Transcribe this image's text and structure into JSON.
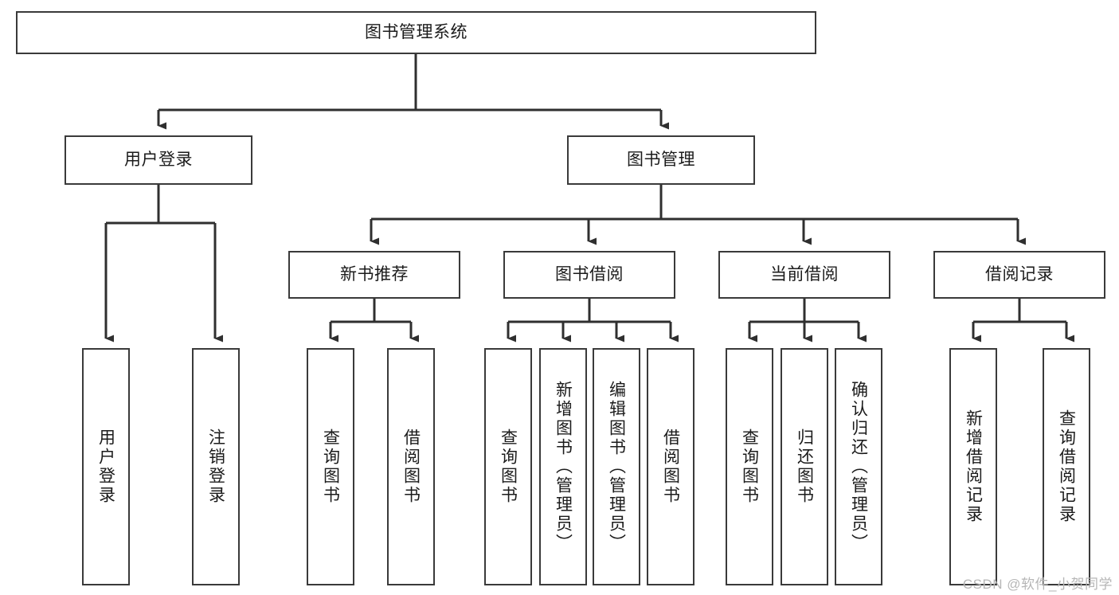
{
  "diagram": {
    "type": "tree-hierarchy-chart",
    "title_node": {
      "label": "图书管理系统"
    },
    "level2": [
      {
        "id": "user-login",
        "label": "用户登录"
      },
      {
        "id": "book-management",
        "label": "图书管理"
      }
    ],
    "level3": [
      {
        "id": "new-book-recommend",
        "label": "新书推荐"
      },
      {
        "id": "book-borrow",
        "label": "图书借阅"
      },
      {
        "id": "current-borrow",
        "label": "当前借阅"
      },
      {
        "id": "borrow-record",
        "label": "借阅记录"
      }
    ],
    "leaves": {
      "user-login": [
        {
          "id": "leaf-user-login",
          "label": "用户登录"
        },
        {
          "id": "leaf-logout-login",
          "label": "注销登录"
        }
      ],
      "new-book-recommend": [
        {
          "id": "leaf-query-book-1",
          "label": "查询图书"
        },
        {
          "id": "leaf-borrow-book-1",
          "label": "借阅图书"
        }
      ],
      "book-borrow": [
        {
          "id": "leaf-query-book-2",
          "label": "查询图书"
        },
        {
          "id": "leaf-add-book",
          "label": "新增图书（管理员）"
        },
        {
          "id": "leaf-edit-book",
          "label": "编辑图书（管理员）"
        },
        {
          "id": "leaf-borrow-book-2",
          "label": "借阅图书"
        }
      ],
      "current-borrow": [
        {
          "id": "leaf-query-book-3",
          "label": "查询图书"
        },
        {
          "id": "leaf-return-book",
          "label": "归还图书"
        },
        {
          "id": "leaf-confirm-return",
          "label": "确认归还（管理员）"
        }
      ],
      "borrow-record": [
        {
          "id": "leaf-add-record",
          "label": "新增借阅记录"
        },
        {
          "id": "leaf-query-record",
          "label": "查询借阅记录"
        }
      ]
    },
    "colors": {
      "border": "#3a3a3a",
      "text": "#1b1b1b",
      "background": "#ffffff",
      "connector": "#2f2f2f",
      "watermark": "#b6b6b6"
    }
  },
  "watermark": {
    "text": "CSDN @软件_小贺同学"
  }
}
